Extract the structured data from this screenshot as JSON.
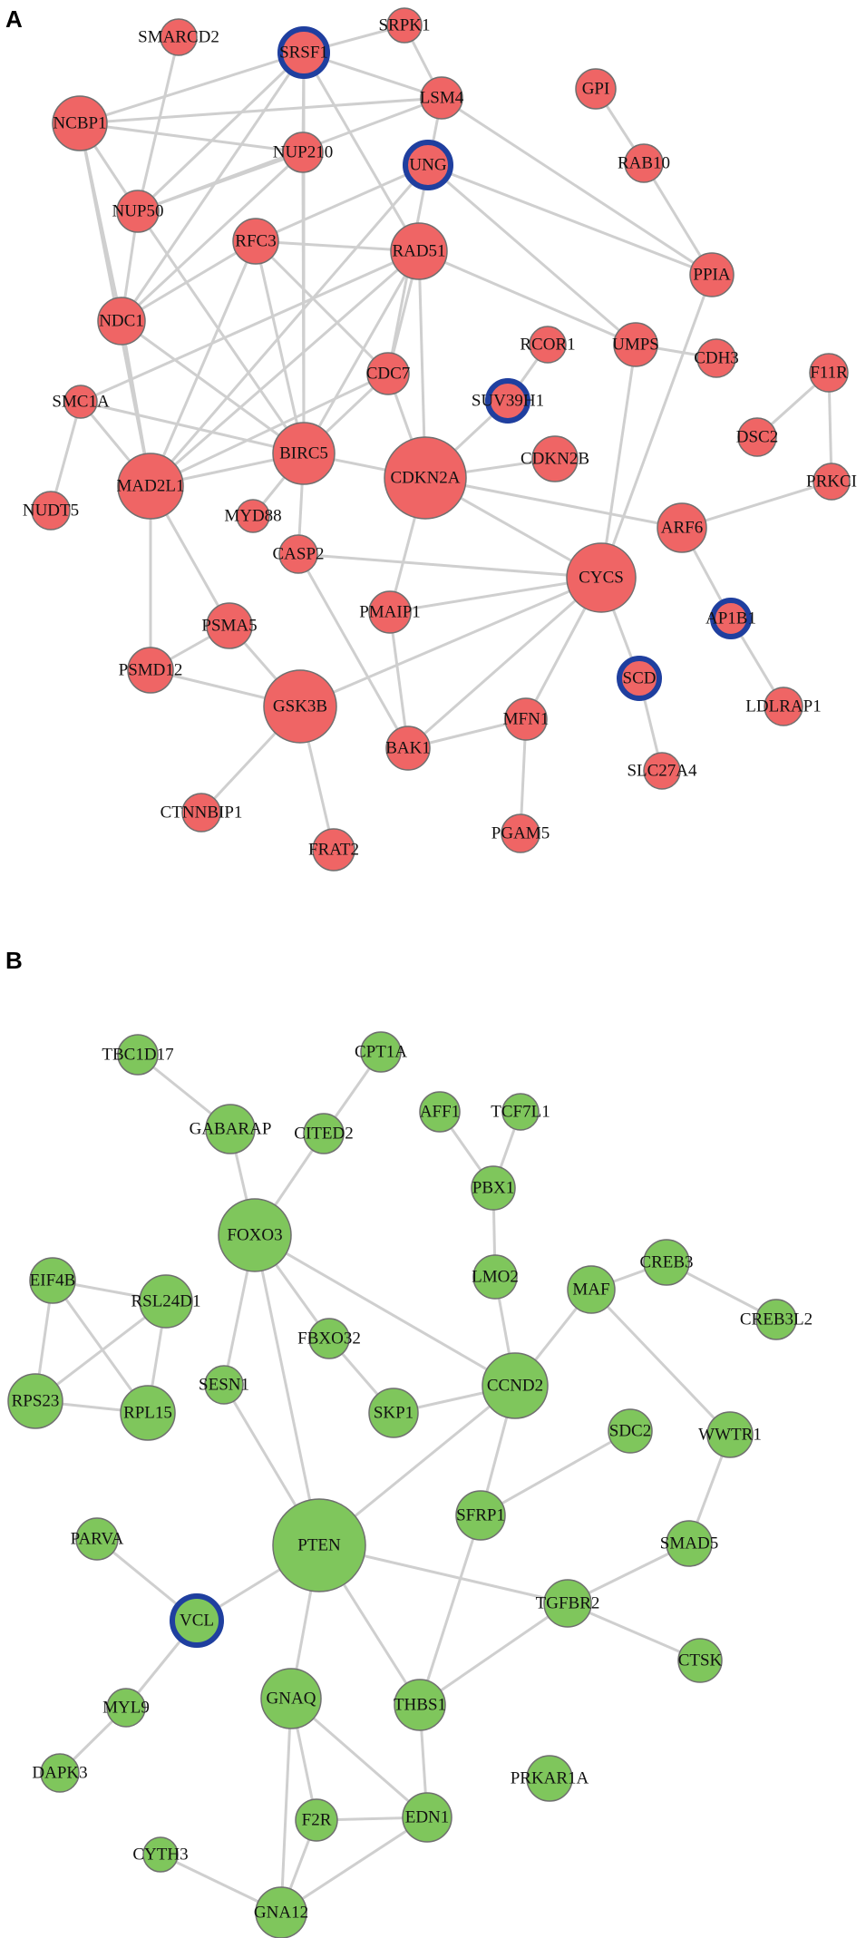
{
  "panels": [
    {
      "letter": "A",
      "node_color": "#ef6565",
      "highlight_color": "#1f3f9f",
      "edge_color": "#cfcfcf",
      "nodes": [
        {
          "id": "SMARCD2",
          "label": "SMARCD2"
        },
        {
          "id": "SRSF1",
          "label": "SRSF1",
          "highlight": true
        },
        {
          "id": "SRPK1",
          "label": "SRPK1"
        },
        {
          "id": "NCBP1",
          "label": "NCBP1"
        },
        {
          "id": "LSM4",
          "label": "LSM4"
        },
        {
          "id": "GPI",
          "label": "GPI"
        },
        {
          "id": "NUP210",
          "label": "NUP210"
        },
        {
          "id": "UNG",
          "label": "UNG",
          "highlight": true
        },
        {
          "id": "RAB10",
          "label": "RAB10"
        },
        {
          "id": "NUP50",
          "label": "NUP50"
        },
        {
          "id": "RFC3",
          "label": "RFC3"
        },
        {
          "id": "RAD51",
          "label": "RAD51"
        },
        {
          "id": "PPIA",
          "label": "PPIA"
        },
        {
          "id": "NDC1",
          "label": "NDC1"
        },
        {
          "id": "RCOR1",
          "label": "RCOR1"
        },
        {
          "id": "UMPS",
          "label": "UMPS"
        },
        {
          "id": "CDH3",
          "label": "CDH3"
        },
        {
          "id": "F11R",
          "label": "F11R"
        },
        {
          "id": "CDC7",
          "label": "CDC7"
        },
        {
          "id": "SUV39H1",
          "label": "SUV39H1",
          "highlight": true
        },
        {
          "id": "SMC1A",
          "label": "SMC1A"
        },
        {
          "id": "DSC2",
          "label": "DSC2"
        },
        {
          "id": "BIRC5",
          "label": "BIRC5"
        },
        {
          "id": "CDKN2A",
          "label": "CDKN2A"
        },
        {
          "id": "CDKN2B",
          "label": "CDKN2B"
        },
        {
          "id": "MAD2L1",
          "label": "MAD2L1"
        },
        {
          "id": "PRKCI",
          "label": "PRKCI"
        },
        {
          "id": "NUDT5",
          "label": "NUDT5"
        },
        {
          "id": "MYD88",
          "label": "MYD88"
        },
        {
          "id": "ARF6",
          "label": "ARF6"
        },
        {
          "id": "CASP2",
          "label": "CASP2"
        },
        {
          "id": "CYCS",
          "label": "CYCS"
        },
        {
          "id": "PMAIP1",
          "label": "PMAIP1"
        },
        {
          "id": "AP1B1",
          "label": "AP1B1",
          "highlight": true
        },
        {
          "id": "PSMA5",
          "label": "PSMA5"
        },
        {
          "id": "PSMD12",
          "label": "PSMD12"
        },
        {
          "id": "SCD",
          "label": "SCD",
          "highlight": true
        },
        {
          "id": "LDLRAP1",
          "label": "LDLRAP1"
        },
        {
          "id": "GSK3B",
          "label": "GSK3B"
        },
        {
          "id": "MFN1",
          "label": "MFN1"
        },
        {
          "id": "BAK1",
          "label": "BAK1"
        },
        {
          "id": "SLC27A4",
          "label": "SLC27A4"
        },
        {
          "id": "CTNNBIP1",
          "label": "CTNNBIP1"
        },
        {
          "id": "FRAT2",
          "label": "FRAT2"
        },
        {
          "id": "PGAM5",
          "label": "PGAM5"
        }
      ],
      "edges": [
        [
          "SMARCD2",
          "NUP50"
        ],
        [
          "SRSF1",
          "SRPK1"
        ],
        [
          "SRSF1",
          "NCBP1"
        ],
        [
          "SRSF1",
          "LSM4"
        ],
        [
          "SRSF1",
          "NUP210"
        ],
        [
          "SRSF1",
          "NUP50"
        ],
        [
          "SRSF1",
          "NDC1"
        ],
        [
          "SRSF1",
          "BIRC5"
        ],
        [
          "SRSF1",
          "RAD51"
        ],
        [
          "SRPK1",
          "LSM4"
        ],
        [
          "NCBP1",
          "LSM4"
        ],
        [
          "NCBP1",
          "NUP210"
        ],
        [
          "NCBP1",
          "NUP50"
        ],
        [
          "NCBP1",
          "NDC1"
        ],
        [
          "NCBP1",
          "MAD2L1"
        ],
        [
          "LSM4",
          "NUP50"
        ],
        [
          "LSM4",
          "PPIA"
        ],
        [
          "LSM4",
          "CDC7"
        ],
        [
          "NUP210",
          "NUP50"
        ],
        [
          "NUP210",
          "NDC1"
        ],
        [
          "NUP210",
          "BIRC5"
        ],
        [
          "NUP50",
          "NDC1"
        ],
        [
          "NUP50",
          "BIRC5"
        ],
        [
          "GPI",
          "RAB10"
        ],
        [
          "RAB10",
          "PPIA"
        ],
        [
          "UNG",
          "RFC3"
        ],
        [
          "UNG",
          "PPIA"
        ],
        [
          "UNG",
          "UMPS"
        ],
        [
          "UNG",
          "MAD2L1"
        ],
        [
          "RFC3",
          "RAD51"
        ],
        [
          "RFC3",
          "NDC1"
        ],
        [
          "RFC3",
          "BIRC5"
        ],
        [
          "RFC3",
          "MAD2L1"
        ],
        [
          "RFC3",
          "CDC7"
        ],
        [
          "RAD51",
          "UMPS"
        ],
        [
          "RAD51",
          "CDC7"
        ],
        [
          "RAD51",
          "BIRC5"
        ],
        [
          "RAD51",
          "CDKN2A"
        ],
        [
          "RAD51",
          "SMC1A"
        ],
        [
          "RAD51",
          "MAD2L1"
        ],
        [
          "NDC1",
          "MAD2L1"
        ],
        [
          "NDC1",
          "BIRC5"
        ],
        [
          "PPIA",
          "CYCS"
        ],
        [
          "RCOR1",
          "SUV39H1"
        ],
        [
          "UMPS",
          "CDH3"
        ],
        [
          "UMPS",
          "CYCS"
        ],
        [
          "F11R",
          "DSC2"
        ],
        [
          "F11R",
          "PRKCI"
        ],
        [
          "CDC7",
          "BIRC5"
        ],
        [
          "CDC7",
          "CDKN2A"
        ],
        [
          "CDC7",
          "MAD2L1"
        ],
        [
          "SUV39H1",
          "CDKN2A"
        ],
        [
          "SMC1A",
          "NUDT5"
        ],
        [
          "SMC1A",
          "MAD2L1"
        ],
        [
          "SMC1A",
          "BIRC5"
        ],
        [
          "BIRC5",
          "CDKN2A"
        ],
        [
          "BIRC5",
          "MAD2L1"
        ],
        [
          "BIRC5",
          "MYD88"
        ],
        [
          "BIRC5",
          "CASP2"
        ],
        [
          "CDKN2A",
          "CDKN2B"
        ],
        [
          "CDKN2A",
          "ARF6"
        ],
        [
          "CDKN2A",
          "CYCS"
        ],
        [
          "CDKN2A",
          "PMAIP1"
        ],
        [
          "MAD2L1",
          "PSMD12"
        ],
        [
          "MAD2L1",
          "PSMA5"
        ],
        [
          "PRKCI",
          "ARF6"
        ],
        [
          "ARF6",
          "AP1B1"
        ],
        [
          "AP1B1",
          "LDLRAP1"
        ],
        [
          "CASP2",
          "CYCS"
        ],
        [
          "CASP2",
          "BAK1"
        ],
        [
          "CYCS",
          "PMAIP1"
        ],
        [
          "CYCS",
          "BAK1"
        ],
        [
          "CYCS",
          "MFN1"
        ],
        [
          "CYCS",
          "GSK3B"
        ],
        [
          "CYCS",
          "SCD"
        ],
        [
          "PMAIP1",
          "BAK1"
        ],
        [
          "PSMA5",
          "PSMD12"
        ],
        [
          "PSMA5",
          "GSK3B"
        ],
        [
          "PSMD12",
          "GSK3B"
        ],
        [
          "SCD",
          "SLC27A4"
        ],
        [
          "GSK3B",
          "CTNNBIP1"
        ],
        [
          "GSK3B",
          "FRAT2"
        ],
        [
          "MFN1",
          "BAK1"
        ],
        [
          "MFN1",
          "PGAM5"
        ]
      ]
    },
    {
      "letter": "B",
      "node_color": "#7fc65c",
      "highlight_color": "#1f3f9f",
      "edge_color": "#cfcfcf",
      "nodes": [
        {
          "id": "TBC1D17",
          "label": "TBC1D17"
        },
        {
          "id": "CPT1A",
          "label": "CPT1A"
        },
        {
          "id": "GABARAP",
          "label": "GABARAP"
        },
        {
          "id": "CITED2",
          "label": "CITED2"
        },
        {
          "id": "AFF1",
          "label": "AFF1"
        },
        {
          "id": "TCF7L1",
          "label": "TCF7L1"
        },
        {
          "id": "PBX1",
          "label": "PBX1"
        },
        {
          "id": "FOXO3",
          "label": "FOXO3"
        },
        {
          "id": "LMO2",
          "label": "LMO2"
        },
        {
          "id": "CREB3",
          "label": "CREB3"
        },
        {
          "id": "MAF",
          "label": "MAF"
        },
        {
          "id": "EIF4B",
          "label": "EIF4B"
        },
        {
          "id": "RSL24D1",
          "label": "RSL24D1"
        },
        {
          "id": "CREB3L2",
          "label": "CREB3L2"
        },
        {
          "id": "FBXO32",
          "label": "FBXO32"
        },
        {
          "id": "SESN1",
          "label": "SESN1"
        },
        {
          "id": "CCND2",
          "label": "CCND2"
        },
        {
          "id": "RPS23",
          "label": "RPS23"
        },
        {
          "id": "RPL15",
          "label": "RPL15"
        },
        {
          "id": "SKP1",
          "label": "SKP1"
        },
        {
          "id": "SDC2",
          "label": "SDC2"
        },
        {
          "id": "WWTR1",
          "label": "WWTR1"
        },
        {
          "id": "SFRP1",
          "label": "SFRP1"
        },
        {
          "id": "PARVA",
          "label": "PARVA"
        },
        {
          "id": "PTEN",
          "label": "PTEN"
        },
        {
          "id": "SMAD5",
          "label": "SMAD5"
        },
        {
          "id": "VCL",
          "label": "VCL",
          "highlight": true
        },
        {
          "id": "TGFBR2",
          "label": "TGFBR2"
        },
        {
          "id": "CTSK",
          "label": "CTSK"
        },
        {
          "id": "GNAQ",
          "label": "GNAQ"
        },
        {
          "id": "MYL9",
          "label": "MYL9"
        },
        {
          "id": "THBS1",
          "label": "THBS1"
        },
        {
          "id": "DAPK3",
          "label": "DAPK3"
        },
        {
          "id": "PRKAR1A",
          "label": "PRKAR1A"
        },
        {
          "id": "F2R",
          "label": "F2R"
        },
        {
          "id": "EDN1",
          "label": "EDN1"
        },
        {
          "id": "CYTH3",
          "label": "CYTH3"
        },
        {
          "id": "GNA12",
          "label": "GNA12"
        }
      ],
      "edges": [
        [
          "TBC1D17",
          "GABARAP"
        ],
        [
          "CPT1A",
          "CITED2"
        ],
        [
          "GABARAP",
          "FOXO3"
        ],
        [
          "CITED2",
          "FOXO3"
        ],
        [
          "AFF1",
          "PBX1"
        ],
        [
          "TCF7L1",
          "PBX1"
        ],
        [
          "PBX1",
          "LMO2"
        ],
        [
          "LMO2",
          "CCND2"
        ],
        [
          "FOXO3",
          "FBXO32"
        ],
        [
          "FOXO3",
          "SESN1"
        ],
        [
          "FOXO3",
          "PTEN"
        ],
        [
          "FOXO3",
          "CCND2"
        ],
        [
          "CREB3",
          "MAF"
        ],
        [
          "CREB3",
          "CREB3L2"
        ],
        [
          "MAF",
          "CCND2"
        ],
        [
          "MAF",
          "WWTR1"
        ],
        [
          "EIF4B",
          "RSL24D1"
        ],
        [
          "EIF4B",
          "RPS23"
        ],
        [
          "EIF4B",
          "RPL15"
        ],
        [
          "RSL24D1",
          "RPS23"
        ],
        [
          "RSL24D1",
          "RPL15"
        ],
        [
          "RPS23",
          "RPL15"
        ],
        [
          "FBXO32",
          "SKP1"
        ],
        [
          "SKP1",
          "CCND2"
        ],
        [
          "SESN1",
          "PTEN"
        ],
        [
          "CCND2",
          "PTEN"
        ],
        [
          "CCND2",
          "SFRP1"
        ],
        [
          "SDC2",
          "SFRP1"
        ],
        [
          "WWTR1",
          "SMAD5"
        ],
        [
          "SFRP1",
          "THBS1"
        ],
        [
          "PARVA",
          "VCL"
        ],
        [
          "VCL",
          "PTEN"
        ],
        [
          "VCL",
          "MYL9"
        ],
        [
          "PTEN",
          "TGFBR2"
        ],
        [
          "PTEN",
          "THBS1"
        ],
        [
          "PTEN",
          "GNAQ"
        ],
        [
          "SMAD5",
          "TGFBR2"
        ],
        [
          "TGFBR2",
          "CTSK"
        ],
        [
          "TGFBR2",
          "THBS1"
        ],
        [
          "THBS1",
          "EDN1"
        ],
        [
          "MYL9",
          "DAPK3"
        ],
        [
          "GNAQ",
          "F2R"
        ],
        [
          "GNAQ",
          "EDN1"
        ],
        [
          "GNAQ",
          "GNA12"
        ],
        [
          "F2R",
          "EDN1"
        ],
        [
          "F2R",
          "GNA12"
        ],
        [
          "EDN1",
          "GNA12"
        ],
        [
          "CYTH3",
          "GNA12"
        ]
      ]
    }
  ]
}
